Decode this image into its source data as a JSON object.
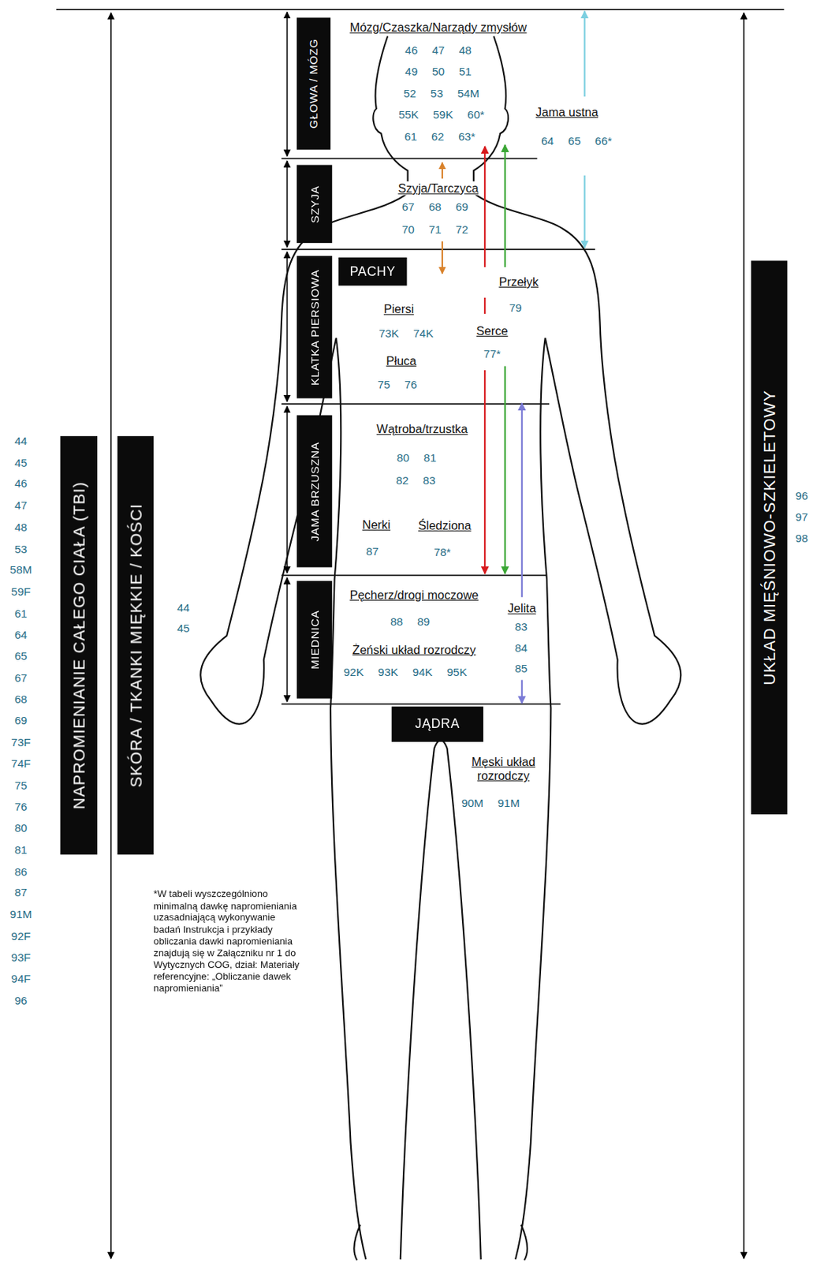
{
  "diagram": {
    "nodes": [
      {
        "text": [
          "GŁOWA / MÓZG"
        ]
      },
      {
        "text": [
          "SZYJA"
        ]
      },
      {
        "text": [
          "KLATKA PIERSIOWA"
        ]
      },
      {
        "text": [
          "PACHY"
        ]
      },
      {
        "text": [
          "UKŁAD MIĘŚNIOWO-SZKIELETOWY"
        ]
      },
      {
        "text": [
          "JAMA BRZUSZNA"
        ]
      },
      {
        "text": [
          "NAPROMIENIANIE CAŁEGO CIAŁA (TBI)"
        ]
      },
      {
        "text": [
          "SKÓRA / TKANKI MIĘKKIE / KOŚCI"
        ]
      },
      {
        "text": [
          "MIEDNICA"
        ]
      },
      {
        "text": [
          "JĄDRA"
        ]
      }
    ],
    "labels": [
      "Mózg/Czaszka/Narządy zmysłów",
      "46 47 48",
      "49 50 51",
      "52 53 54M",
      "55K 59K 60*",
      "61 62 63*",
      "Jama ustna",
      "64 65 66*",
      "Szyja/Tarczyca",
      "67 68 69",
      "70 71 72",
      "Przełyk",
      "79",
      "Piersi",
      "73K 74K",
      "Serce",
      "77*",
      "Płuca",
      "75 76",
      "Wątroba/trzustka",
      "80 81",
      "82 83",
      "Nerki",
      "87",
      "Śledziona",
      "78*",
      "Pęcherz/drogi moczowe",
      "88 89",
      "Żeński układ rozrodczy",
      "92K 93K 94K 95K",
      "Jelita",
      "83",
      "84",
      "85",
      "Męski układ rozrodczy",
      "90M 91M",
      "44",
      "45",
      "46",
      "47",
      "48",
      "53",
      "58M",
      "59F",
      "61",
      "64",
      "65",
      "67",
      "68",
      "69",
      "73F",
      "74F",
      "75",
      "76",
      "80",
      "81",
      "86",
      "87",
      "91M",
      "92F",
      "93F",
      "94F",
      "96",
      "44",
      "45",
      "96",
      "97",
      "98",
      "*W tabeli wyszczególniono minimalną dawkę napromieniania uzasadniającą wykonywanie badań Instrukcja i przykłady obliczania dawki napromieniania znajdują się w Załączniku nr 1 do Wytycznych COG, dział: Materiały referencyjne: „Obliczanie dawek napromieniania”"
    ]
  }
}
